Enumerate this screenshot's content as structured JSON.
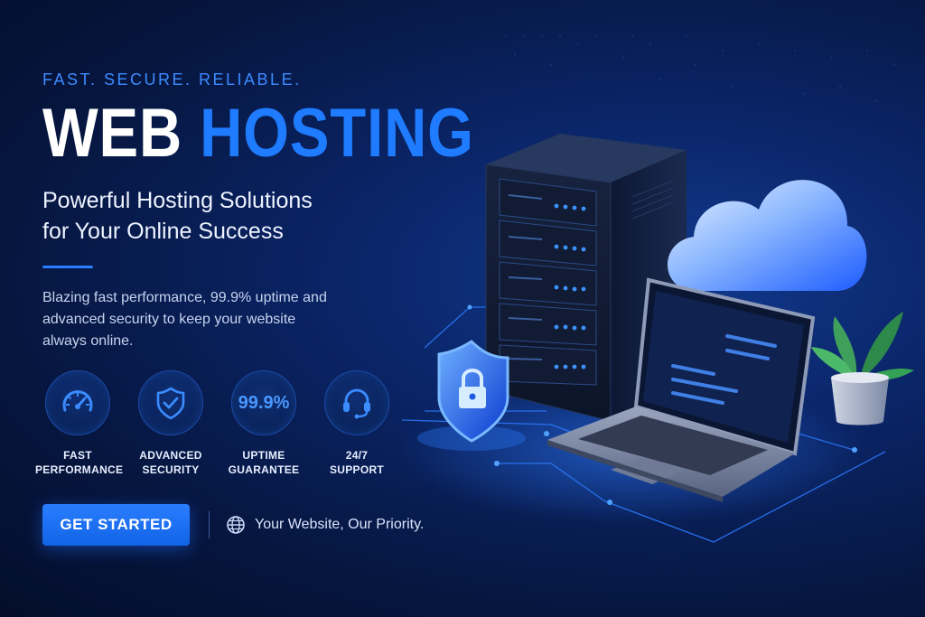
{
  "hero": {
    "tagline": "FAST. SECURE. RELIABLE.",
    "title_part1": "WEB",
    "title_part2": "HOSTING",
    "subtitle_line1": "Powerful Hosting Solutions",
    "subtitle_line2": "for Your Online Success",
    "description": "Blazing fast performance, 99.9% uptime and advanced security to keep your website always online."
  },
  "features": [
    {
      "icon": "speedometer-icon",
      "label_line1": "FAST",
      "label_line2": "PERFORMANCE"
    },
    {
      "icon": "shield-check-icon",
      "label_line1": "ADVANCED",
      "label_line2": "SECURITY"
    },
    {
      "icon": "uptime-percent",
      "value": "99.9%",
      "label_line1": "UPTIME",
      "label_line2": "GUARANTEE"
    },
    {
      "icon": "headset-icon",
      "label_line1": "24/7",
      "label_line2": "SUPPORT"
    }
  ],
  "cta": {
    "button_label": "GET STARTED",
    "priority_icon": "globe-icon",
    "priority_text": "Your Website, Our Priority."
  },
  "illustration": {
    "elements": [
      "server-rack-icon",
      "cloud-icon",
      "laptop-icon",
      "padlock-shield-icon",
      "plant-icon"
    ],
    "code_glyph": "</>"
  },
  "colors": {
    "accent": "#1f7bff",
    "background": "#06163f",
    "text": "#ffffff"
  }
}
